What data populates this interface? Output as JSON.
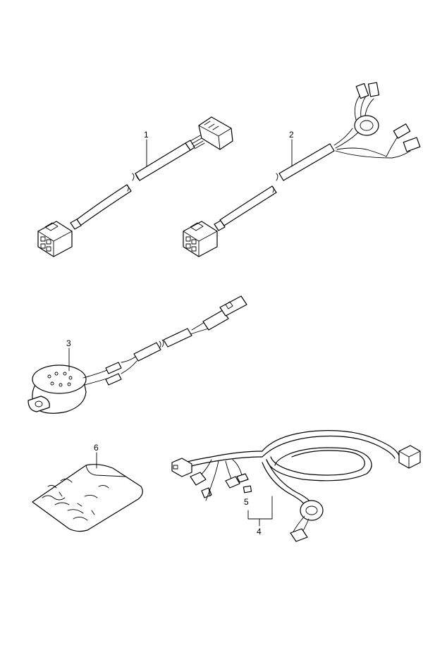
{
  "callouts": {
    "c1": "1",
    "c2": "2",
    "c3": "3",
    "c4": "4",
    "c5": "5",
    "c6": "6"
  }
}
